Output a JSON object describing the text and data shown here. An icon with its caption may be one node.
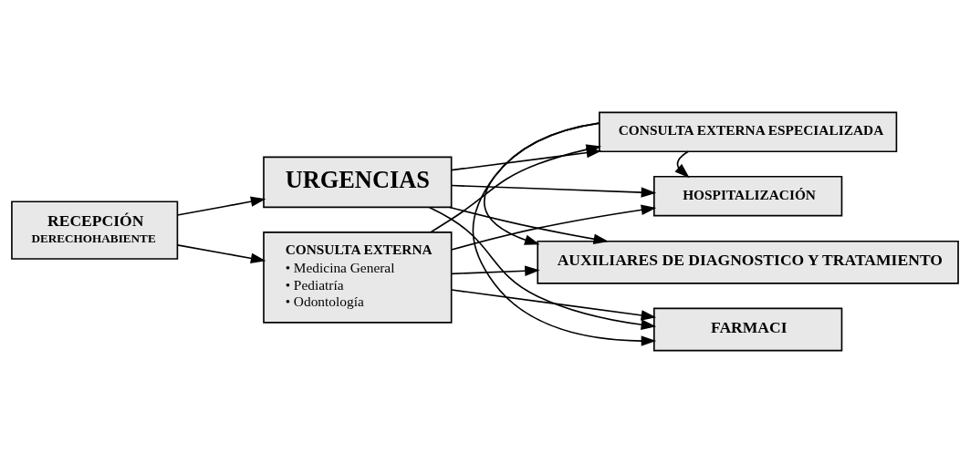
{
  "diagram": {
    "nodes": [
      {
        "text": [
          "RECEPCIÓN",
          "DERECHOHABIENTE"
        ]
      },
      {
        "text": [
          "URGENCIAS"
        ]
      },
      {
        "text": [
          "CONSULTA EXTERNA",
          "• Medicina General",
          "• Pediatría",
          "• Odontología"
        ]
      },
      {
        "text": [
          "CONSULTA EXTERNA ESPECIALIZADA"
        ]
      },
      {
        "text": [
          "HOSPITALIZACIÓN"
        ]
      },
      {
        "text": [
          "AUXILIARES DE DIAGNOSTICO Y TRATAMIENTO"
        ]
      },
      {
        "text": [
          "FARMACI"
        ]
      }
    ],
    "edges": [
      {
        "from": 0,
        "to": 1,
        "arrow": "to"
      },
      {
        "from": 0,
        "to": 2,
        "arrow": "to"
      },
      {
        "from": 1,
        "to": 3,
        "arrow": "to"
      },
      {
        "from": 1,
        "to": 4,
        "arrow": "to"
      },
      {
        "from": 1,
        "to": 5,
        "arrow": "to"
      },
      {
        "from": 1,
        "to": 6,
        "arrow": "to"
      },
      {
        "from": 2,
        "to": 3,
        "arrow": "to"
      },
      {
        "from": 2,
        "to": 4,
        "arrow": "to"
      },
      {
        "from": 2,
        "to": 5,
        "arrow": "to"
      },
      {
        "from": 2,
        "to": 6,
        "arrow": "to"
      },
      {
        "from": 3,
        "to": 4,
        "arrow": "to"
      },
      {
        "from": 3,
        "to": 5,
        "arrow": "to"
      },
      {
        "from": 3,
        "to": 6,
        "arrow": "to"
      }
    ]
  }
}
